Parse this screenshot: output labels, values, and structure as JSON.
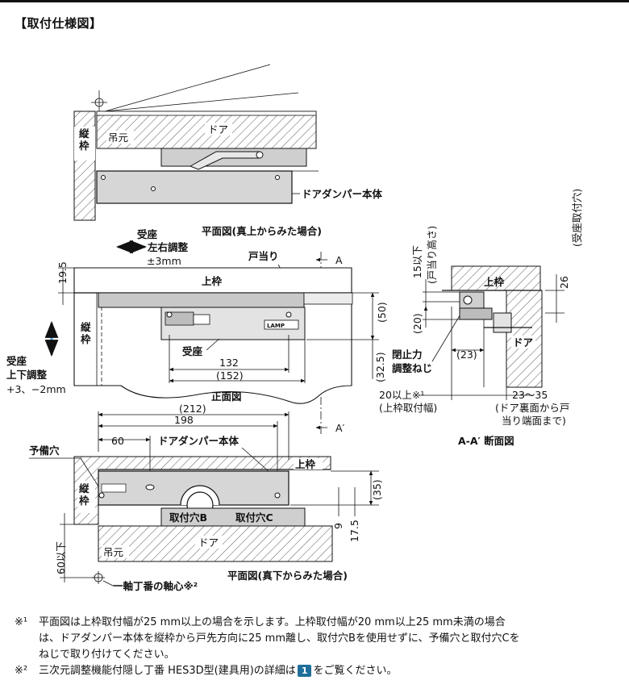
{
  "page": {
    "title": "【取付仕様図】"
  },
  "top_view": {
    "tate_waku": "縦\n枠",
    "tsurimoto": "吊元",
    "door": "ドア",
    "damper_body": "ドアダンパー本体",
    "caption": "平面図(真上からみた場合)"
  },
  "front_view": {
    "uke_za_lr": "受座",
    "lr_adjust": "左右調整",
    "lr_range": "±3mm",
    "todari": "戸当り",
    "section_a": "A",
    "section_a2": "A′",
    "dim_19_5": "19.5",
    "kamiwaku": "上枠",
    "tate_waku": "縦\n枠",
    "uke_za": "受座",
    "dim_132": "132",
    "dim_152": "(152)",
    "dim_50": "(50)",
    "dim_32_5": "(32.5)",
    "closing_adj": "閉止力",
    "closing_adj2": "調整ねじ",
    "ud_seat": "受座",
    "ud_adjust": "上下調整",
    "ud_range": "+3、−2mm",
    "caption": "正面図",
    "brand_plate": "LAMP"
  },
  "section_view": {
    "dim_15": "15以下",
    "dim_15b": "(戸当り高さ)",
    "dim_20": "(20)",
    "kamiwaku": "上枠",
    "dim_26": "26",
    "dim_26b": "(受座取付穴)",
    "door": "ドア",
    "dim_23": "(23)",
    "dim_20min": "20以上※¹",
    "dim_20min_b": "(上枠取付幅)",
    "dim_23_35": "23〜35",
    "dim_23_35b": "(ドア裏面から戸",
    "dim_23_35c": "当り端面まで)",
    "caption": "A-A′ 断面図"
  },
  "bottom_view": {
    "dim_212": "(212)",
    "dim_198": "198",
    "dim_60": "60",
    "damper_body": "ドアダンパー本体",
    "yobi_ana": "予備穴",
    "kamiwaku": "上枠",
    "tate_waku": "縦\n枠",
    "hole_b": "取付穴B",
    "hole_c": "取付穴C",
    "dim_35": "(35)",
    "dim_9": "9",
    "dim_17_5": "17.5",
    "dim_60max": "60以下",
    "tsurimoto": "吊元",
    "door": "ドア",
    "hinge_axis": "一軸丁番の軸心※²",
    "caption": "平面図(真下からみた場合)"
  },
  "notes": {
    "n1_mark": "※¹",
    "n1_line1": "平面図は上枠取付幅が25 mm以上の場合を示します。上枠取付幅が20 mm以上25 mm未満の場合",
    "n1_line2": "は、ドアダンパー本体を縦枠から戸先方向に25 mm離し、取付穴Bを使用せずに、予備穴と取付穴Cを",
    "n1_line3": "ねじで取り付けてください。",
    "n2_mark": "※²",
    "n2_pre": "三次元調整機能付隠し丁番 HES3D型(建具用)の詳細は",
    "n2_badge": "1",
    "n2_post": "をご覧ください。"
  },
  "colors": {
    "accent": "#4ea3d9",
    "badge": "#1f6f9a",
    "metal": "#c8c8c8"
  }
}
